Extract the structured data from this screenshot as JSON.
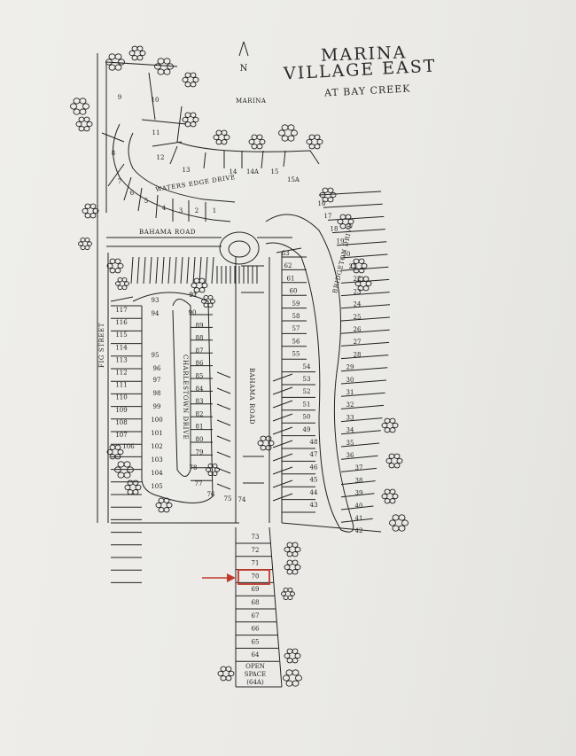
{
  "title": {
    "line1": "MARINA",
    "line2": "VILLAGE EAST",
    "line3": "AT BAY CREEK"
  },
  "north_label": "N",
  "marina_label": "MARINA",
  "streets": {
    "waters_edge": "WATERS EDGE DRIVE",
    "bahama_top": "BAHAMA ROAD",
    "bahama_vertical": "BAHAMA ROAD",
    "charlestown": "CHARLESTOWN DRIVE",
    "bridgeton": "BRIDGETON DRIVE",
    "fig": "FIG STREET"
  },
  "open_space": {
    "line1": "OPEN",
    "line2": "SPACE",
    "line3": "(64A)"
  },
  "highlighted_lot": "70",
  "colors": {
    "ink": "#222222",
    "highlight": "#c0392b",
    "paper": "#ecebe7"
  },
  "lots": {
    "top_arc": [
      "1",
      "2",
      "3",
      "4",
      "5",
      "6",
      "7",
      "8",
      "9",
      "10",
      "11",
      "12",
      "13",
      "14",
      "14A",
      "15",
      "15A"
    ],
    "bridgeton_outer": [
      "16",
      "17",
      "18",
      "19",
      "20",
      "21",
      "22",
      "23",
      "24",
      "25",
      "26",
      "27",
      "28",
      "29",
      "30",
      "31",
      "32",
      "33",
      "34",
      "35",
      "36",
      "37",
      "38",
      "39",
      "40",
      "41",
      "42"
    ],
    "bridgeton_inner": [
      "63",
      "62",
      "61",
      "60",
      "59",
      "58",
      "57",
      "56",
      "55",
      "54",
      "53",
      "52",
      "51",
      "50",
      "49",
      "48",
      "47",
      "46",
      "45",
      "44",
      "43"
    ],
    "charlestown_west": [
      "117",
      "116",
      "115",
      "114",
      "113",
      "112",
      "111",
      "110",
      "109",
      "108",
      "107",
      "106",
      "105",
      "104",
      "103",
      "102",
      "101",
      "100",
      "99",
      "98",
      "97",
      "96",
      "95",
      "94",
      "93",
      "92",
      "91"
    ],
    "charlestown_east": [
      "90",
      "89",
      "88",
      "87",
      "86",
      "85",
      "84",
      "83",
      "82",
      "81",
      "80",
      "79",
      "78",
      "77",
      "76",
      "75",
      "74"
    ],
    "south_strip": [
      "73",
      "72",
      "71",
      "70",
      "69",
      "68",
      "67",
      "66",
      "65",
      "64"
    ]
  }
}
